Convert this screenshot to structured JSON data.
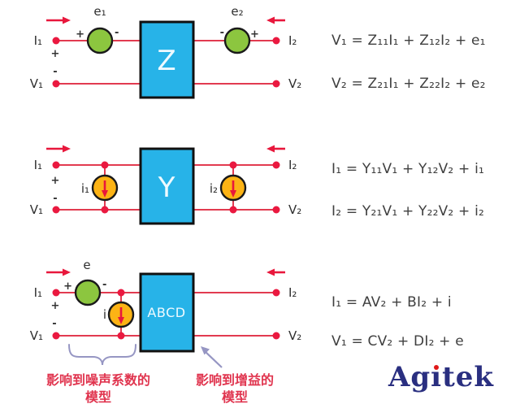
{
  "colors": {
    "wire": "#e23b50",
    "node_dot": "#ea1940",
    "direction_arrow": "#e8173c",
    "box_fill": "#27b3e8",
    "box_border": "#101010",
    "box_label_text": "#eefaff",
    "voltage_source_fill": "#8cc63f",
    "current_source_fill": "#fcb315",
    "source_border": "#1a1a1a",
    "equation_text": "#3f3f3f",
    "caption_text": "#e0344e",
    "annotation": "#9696c3",
    "logo_navy": "#2a2f80",
    "logo_dot": "#e01818"
  },
  "signs": {
    "plus": "+",
    "minus": "-"
  },
  "diagram_z": {
    "port_i1": "I₁",
    "port_v1": "V₁",
    "port_i2": "I₂",
    "port_v2": "V₂",
    "source_left": "e₁",
    "source_right": "e₂",
    "box_label": "Z",
    "equations": [
      "V₁ = Z₁₁I₁ + Z₁₂I₂ + e₁",
      "V₂ = Z₂₁I₁ + Z₂₂I₂ + e₂"
    ]
  },
  "diagram_y": {
    "port_i1": "I₁",
    "port_v1": "V₁",
    "port_i2": "I₂",
    "port_v2": "V₂",
    "source_left": "i₁",
    "source_right": "i₂",
    "box_label": "Y",
    "equations": [
      "I₁ = Y₁₁V₁ + Y₁₂V₂ + i₁",
      "I₂ = Y₂₁V₁ + Y₂₂V₂ + i₂"
    ]
  },
  "diagram_abcd": {
    "port_i1": "I₁",
    "port_v1": "V₁",
    "port_i2": "I₂",
    "port_v2": "V₂",
    "source_series": "e",
    "source_shunt": "i",
    "box_label": "ABCD",
    "equations": [
      "I₁ = AV₂ + BI₂ + i",
      "V₁ = CV₂ + DI₂ + e"
    ]
  },
  "captions": {
    "noise_model_line1": "影响到噪声系数的",
    "noise_model_line2": "模型",
    "gain_model_line1": "影响到增益的",
    "gain_model_line2": "模型"
  },
  "logo": {
    "part1": "Ag",
    "dotless_i": "ı",
    "part2": "tek"
  }
}
